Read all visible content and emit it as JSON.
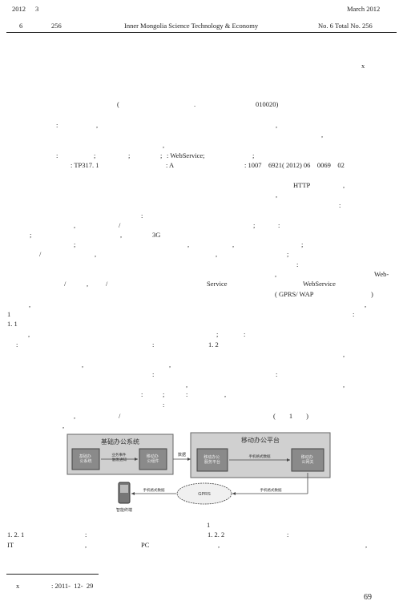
{
  "header": {
    "year_cn": "2012",
    "month_cn": "3",
    "issue_cn": "6",
    "total_cn": "256",
    "journal_en": "Inner Mongolia Science Technology & Economy",
    "date_en": "March 2012",
    "issue_en": "No. 6 Total No. 256"
  },
  "title_mark": "x",
  "affiliation": {
    "open": "(",
    "dot": ".",
    "postcode": "010020)"
  },
  "abstract": {
    "colon": ":",
    "comma1": ",",
    "comma2": ",",
    "comma3": ",",
    "period": ","
  },
  "keywords": {
    "colon": ":",
    "semi1": ";",
    "semi2": ";",
    "semi3": ";",
    "ws": ": WebService;",
    "semi4": ";"
  },
  "classification": {
    "clc": ": TP317. 1",
    "doc": ": A",
    "article": ": 1007    6921( 2012) 06    0069    02"
  },
  "body": [
    {
      "text": "HTTP",
      "key": "http"
    },
    {
      "text": ","
    }
  ],
  "body_text": {
    "http": "HTTP",
    "comma_a": ",",
    "comma_b": ",",
    "colon_a": ":",
    "colon_b": ":",
    "slash_a": "/",
    "semi_a": ";",
    "colon_c": ":",
    "semi_b": ";",
    "comma_c": ",",
    "g3": "3G",
    "semi_c": ";",
    "comma_d": ",",
    "comma_e": ",",
    "semi_d": ";",
    "slash_b": "/",
    "comma_f": ",",
    "comma_g": ",",
    "semi_e": ";",
    "colon_d": ":",
    "comma_h": ",",
    "web_dash": "Web-",
    "slash_c": "/",
    "comma_i": ",",
    "slash_d": "/",
    "service": "Service",
    "webservice": "WebService",
    "gprs_wap": "( GPRS/ WAP",
    "paren_close": ")",
    "comma_j": ",",
    "comma_k": ",",
    "one": "1",
    "colon_e": ":",
    "s1_1": "1. 1",
    "comma_l": ",",
    "semi_f": ";",
    "colon_f": ":",
    "colon_g": ":",
    "colon_h": ":",
    "s1_2": "1. 2",
    "comma_m": ",",
    "comma_n": ",",
    "comma_o": ",",
    "colon_i": ":",
    "colon_j": ":",
    "comma_p": ",",
    "comma_q": ",",
    "colon_k": ":",
    "semi_g": ";",
    "colon_l": ":",
    "comma_r": ",",
    "colon_m": ":",
    "comma_s": ",",
    "slash_e": "/",
    "paren_fig": "(        1        )",
    "comma_t": ","
  },
  "figure": {
    "left_box_title": "基础办公系统",
    "left_inner1": "基础办\n公系统",
    "left_arrow_label": "业务事件\n触发通知",
    "left_inner2": "移动办\n公组件",
    "mid_label": "数据",
    "right_box_title": "移动办公平台",
    "right_inner1": "移动办公\n服务平台",
    "right_arrow_label": "手机格式数据",
    "right_inner2": "移动办\n公网关",
    "phone_label": "智能终端",
    "cloud_label": "GPRS",
    "bottom_left_label": "手机格式数据",
    "bottom_right_label": "手机格式数据",
    "caption_num": "1"
  },
  "bottom": {
    "s1_2_1": "1. 2. 1",
    "colon1": ":",
    "s1_2_2": "1. 2. 2",
    "colon2": ":",
    "it": "IT",
    "comma1": ",",
    "pc": "PC",
    "comma2": ",",
    "comma3": ","
  },
  "footnote": {
    "mark": "x",
    "date": ": 2011-  12-  29"
  },
  "page_number": "69"
}
